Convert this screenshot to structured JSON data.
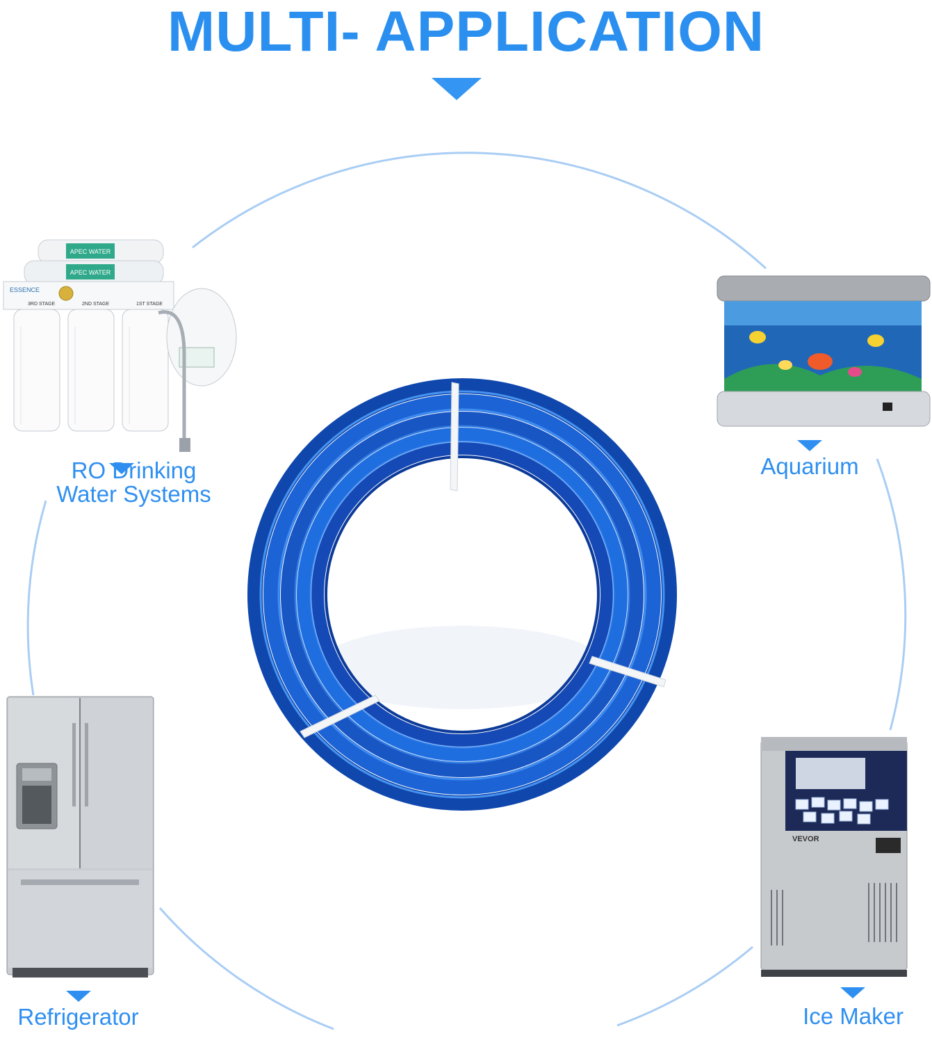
{
  "headline": "MULTI- APPLICATION",
  "center_product": {
    "icon": "blue-tubing-coil-icon",
    "colors": {
      "tube": "#1c63d6",
      "tube_highlight": "#4fa0ff",
      "tie": "#f2f4f6"
    }
  },
  "applications": [
    {
      "label_lines": [
        "RO Drinking",
        "Water Systems"
      ],
      "icon": "ro-filter-system-icon"
    },
    {
      "label_lines": [
        "Aquarium"
      ],
      "icon": "aquarium-icon"
    },
    {
      "label_lines": [
        "Refrigerator"
      ],
      "icon": "refrigerator-icon"
    },
    {
      "label_lines": [
        "Ice Maker"
      ],
      "icon": "ice-maker-icon"
    }
  ],
  "product_text": {
    "ro_brand": "APEC WATER",
    "ro_brand2": "APEC WATER",
    "ro_series": "ESSENCE",
    "ro_stages": [
      "3RD STAGE",
      "2ND STAGE",
      "1ST STAGE"
    ],
    "ice_brand": "VEVOR"
  },
  "theme": {
    "accent": "#2f8ff0",
    "ring": "#a9cdf4"
  }
}
